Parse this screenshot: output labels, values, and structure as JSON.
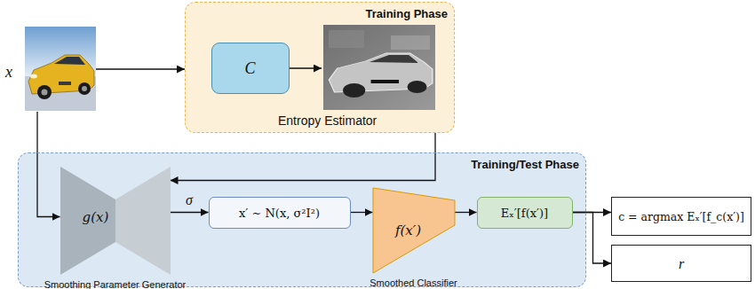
{
  "diagram": {
    "nodes": [
      {
        "text": [
          "x"
        ]
      },
      {
        "text": [
          "Training Phase",
          "Entropy Estimator"
        ]
      },
      {
        "text": [
          "C"
        ],
        "in": 1
      },
      {
        "text": [
          "Training/Test Phase"
        ]
      },
      {
        "text": [
          "g(x)",
          "Smoothing Parameter Generator"
        ],
        "in": 3
      },
      {
        "text": [
          "x′ ∼ N(x, σ²I²)"
        ],
        "in": 3
      },
      {
        "text": [
          "f(x′)",
          "Smoothed Classifier"
        ],
        "in": 3
      },
      {
        "text": [
          "Eₓ′[f(x′)]"
        ],
        "in": 3
      },
      {
        "text": [
          "c = argmax Eₓ′[f_c(x′)]"
        ]
      },
      {
        "text": [
          "r"
        ]
      }
    ],
    "edges": [
      {
        "from": 0,
        "to": 1,
        "arrow": "to"
      },
      {
        "from": 0,
        "to": 4,
        "arrow": "to"
      },
      {
        "from": 1,
        "to": 4,
        "arrow": "to"
      },
      {
        "from": 4,
        "to": 5,
        "label": "σ",
        "arrow": "to"
      },
      {
        "from": 5,
        "to": 6,
        "arrow": "to"
      },
      {
        "from": 6,
        "to": 7,
        "arrow": "to"
      },
      {
        "from": 7,
        "to": 8,
        "arrow": "to"
      },
      {
        "from": 7,
        "to": 9,
        "arrow": "to"
      }
    ]
  }
}
